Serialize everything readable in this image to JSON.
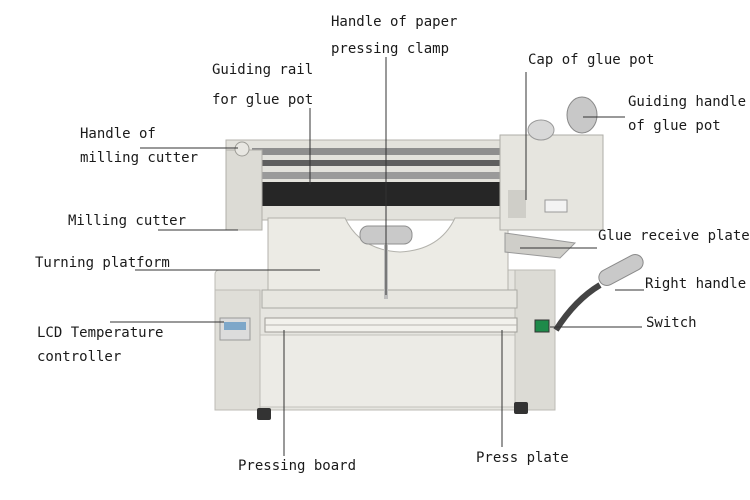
{
  "labels": {
    "handle_of_paper_1": "Handle of paper",
    "handle_of_paper_2": "pressing clamp",
    "guiding_rail_1": "Guiding rail",
    "guiding_rail_2": "for glue pot",
    "cap_of_glue_pot": "Cap of glue pot",
    "guiding_handle_1": "Guiding handle",
    "guiding_handle_2": "of glue pot",
    "handle_of_milling_1": "Handle of",
    "handle_of_milling_2": "milling cutter",
    "milling_cutter": "Milling cutter",
    "glue_receive_plate": "Glue receive plate",
    "turning_platform": "Turning platform",
    "right_handle": "Right handle",
    "switch": "Switch",
    "lcd_1": "LCD Temperature",
    "lcd_2": "controller",
    "pressing_board": "Pressing board",
    "press_plate": "Press plate"
  },
  "colors": {
    "machine_body": "#e4e3de",
    "machine_shadow": "#c9c8c2",
    "leader_line": "#333333",
    "display": "#7ea7c9"
  }
}
